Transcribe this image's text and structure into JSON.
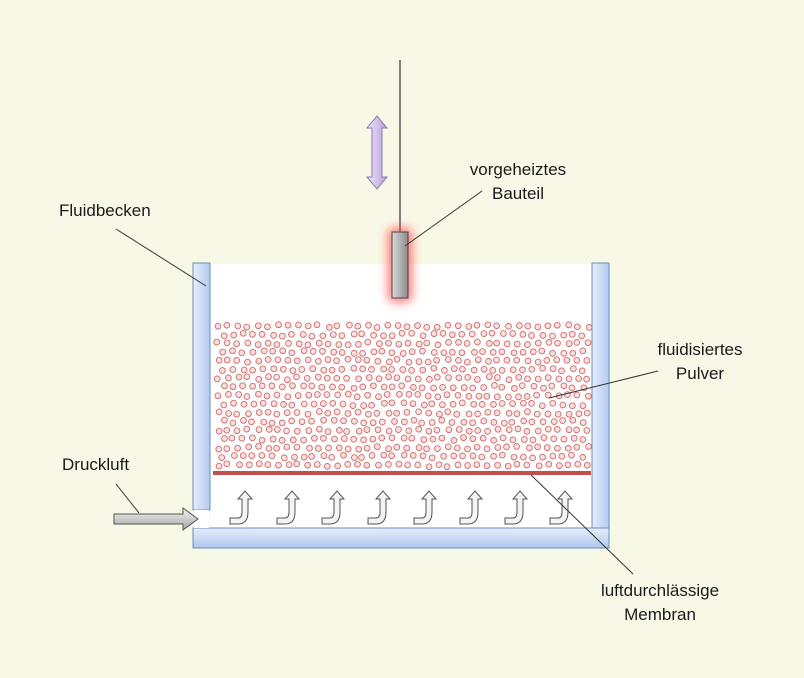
{
  "labels": {
    "component": [
      "vorgeheiztes",
      "Bauteil"
    ],
    "tank": "Fluidbecken",
    "powder": [
      "fluidisiertes",
      "Pulver"
    ],
    "air": "Druckluft",
    "membrane": [
      "luftdurchlässige",
      "Membran"
    ]
  },
  "icons": {
    "motion": "double-arrow-vertical-icon",
    "air_inlet": "arrow-right-icon",
    "air_flow": "curved-arrow-up-icon"
  },
  "colors": {
    "background": "#f8f8e6",
    "tank_wall": "#c6daf5",
    "tank_wall_stroke": "#5b7fb5",
    "particle_fill": "#fbe0e0",
    "particle_stroke": "#d06a6a",
    "membrane": "#c0504d",
    "glow": "#ff5050",
    "motion_arrow": "#c8b4e2"
  }
}
